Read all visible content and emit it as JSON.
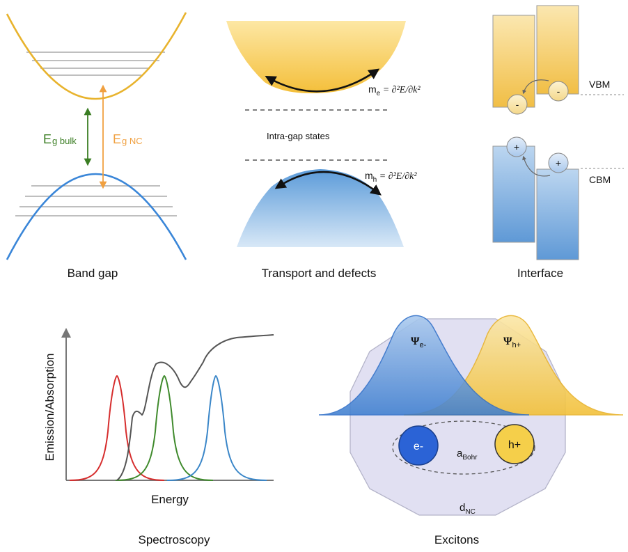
{
  "panels": {
    "band_gap": {
      "caption": "Band gap",
      "eg_bulk": {
        "main": "E",
        "sub": "g bulk"
      },
      "eg_nc": {
        "main": "E",
        "sub": "g NC"
      }
    },
    "transport": {
      "caption": "Transport and defects",
      "me_label": {
        "main": "m",
        "sub": "e",
        "formula": " = ∂²E/∂k²"
      },
      "mh_label": {
        "main": "m",
        "sub": "h",
        "formula": " = ∂²E/∂k²"
      },
      "intra_gap": "Intra-gap states"
    },
    "interface": {
      "caption": "Interface",
      "vbm": "VBM",
      "cbm": "CBM",
      "electron_symbol": "-",
      "hole_symbol": "+"
    },
    "spectroscopy": {
      "caption": "Spectroscopy",
      "xlabel": "Energy",
      "ylabel": "Emission/Absorption"
    },
    "excitons": {
      "caption": "Excitons",
      "psi_e": {
        "main": "Ψ",
        "sub": "e-"
      },
      "psi_h": {
        "main": "Ψ",
        "sub": "h+"
      },
      "electron": "e-",
      "hole": "h+",
      "a_bohr": {
        "main": "a",
        "sub": "Bohr"
      },
      "d_nc": {
        "main": "d",
        "sub": "NC"
      }
    }
  },
  "colors": {
    "conduction": "#e8b32d",
    "valence": "#3a86d8",
    "bulk_arrow": "#3a7d23",
    "nc_arrow": "#f0a040",
    "red_peak": "#d62d2d",
    "green_peak": "#3f8a2c",
    "blue_peak": "#3a86c8",
    "absorption": "#555555",
    "electron_fill": "#2b63d6",
    "hole_fill": "#f5cf4a",
    "hull_fill": "#d8d6ee"
  }
}
